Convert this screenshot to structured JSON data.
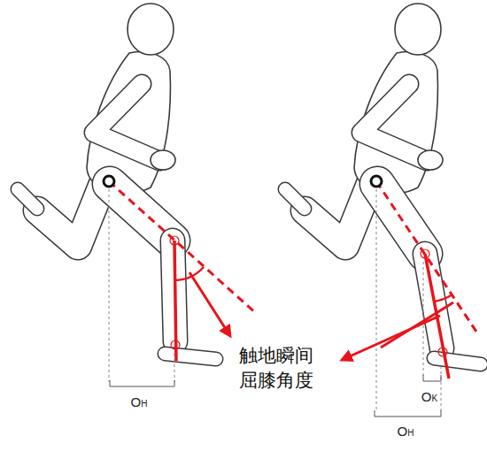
{
  "diagram": {
    "labels": [
      "触地瞬间 屈膝角度",
      "OH",
      "OK",
      "OH"
    ]
  }
}
